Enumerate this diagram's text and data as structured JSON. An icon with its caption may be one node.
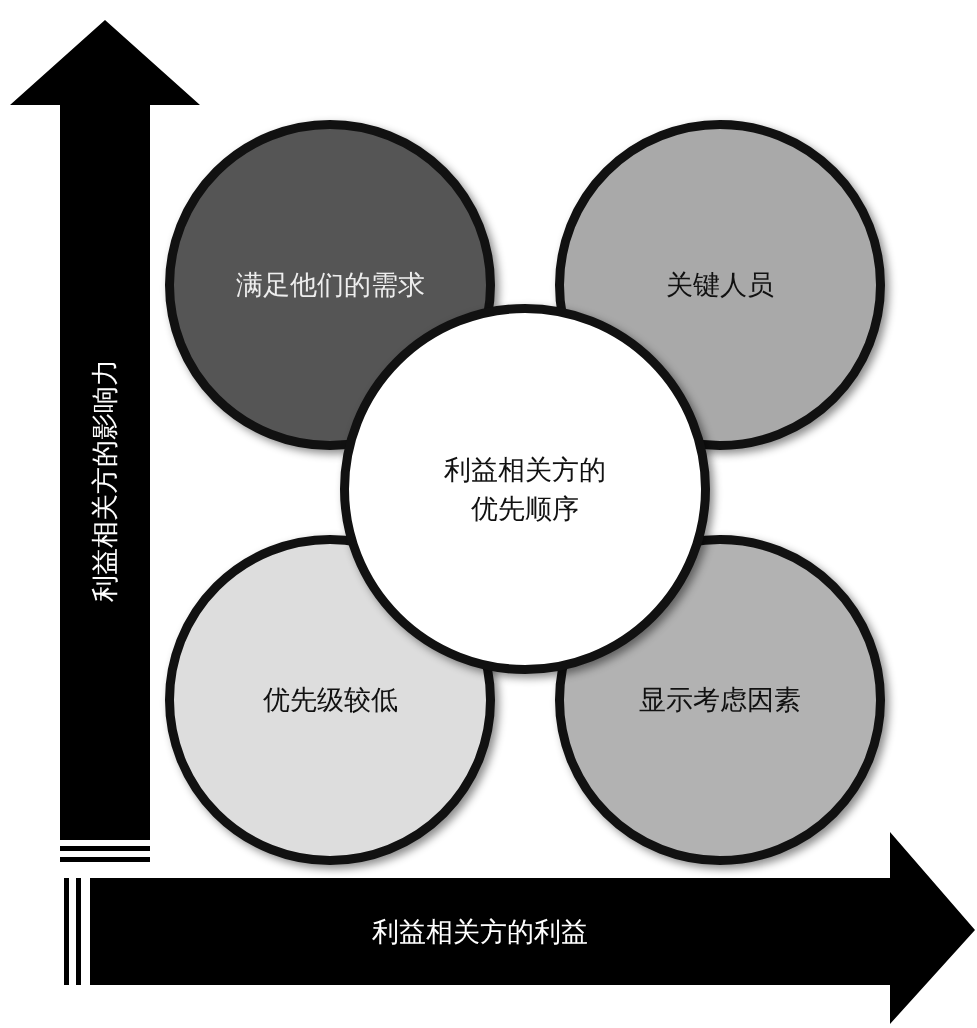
{
  "diagram": {
    "nodes": [
      {
        "text": [
          "满足他们的需求"
        ]
      },
      {
        "text": [
          "关键人员"
        ]
      },
      {
        "text": [
          "利益相关方的优先顺序"
        ]
      },
      {
        "text": [
          "优先级较低"
        ]
      },
      {
        "text": [
          "显示考虑因素"
        ]
      }
    ],
    "labels": [
      "利益相关方的影响力",
      "利益相关方的利益"
    ]
  }
}
